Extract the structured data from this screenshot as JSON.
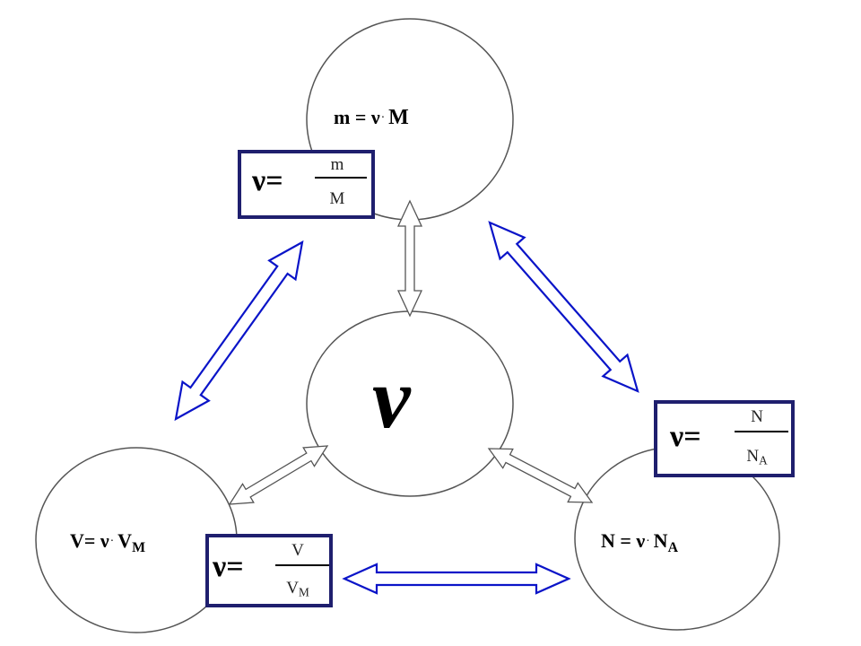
{
  "center": {
    "symbol": "ν"
  },
  "nodes": {
    "mass": {
      "lhs": "m = ν",
      "dot": "·",
      "rhs": "M"
    },
    "volume": {
      "lhs": "V= ν",
      "dot": "·",
      "rhs": "V",
      "rhs_sub": "M"
    },
    "particles": {
      "lhs": "N = ν",
      "dot": "·",
      "rhs": "N",
      "rhs_sub": "A"
    }
  },
  "boxes": {
    "mass": {
      "lhs": "ν=",
      "numerator": "m",
      "denominator": "M",
      "denominator_sub": ""
    },
    "volume": {
      "lhs": "ν=",
      "numerator": "V",
      "denominator": "V",
      "denominator_sub": "M"
    },
    "particles": {
      "lhs": "ν=",
      "numerator": "N",
      "denominator": "N",
      "denominator_sub": "A"
    }
  },
  "colors": {
    "circle_stroke": "#555555",
    "box_border": "#1f1f6e",
    "blue_arrow": "#0a14c8",
    "gray_arrow": "#555555"
  }
}
